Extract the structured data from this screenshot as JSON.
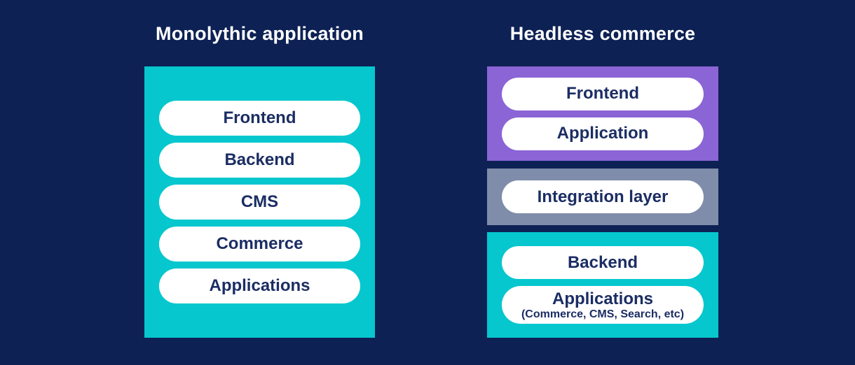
{
  "colors": {
    "background": "#0d2154",
    "monolith_box": "#06c7ce",
    "frontend_layer_box": "#8b64d5",
    "integration_layer_box": "#7f8dab",
    "backend_layer_box": "#06c7ce",
    "pill_background": "#ffffff",
    "pill_text": "#1b2d63",
    "title_text": "#ffffff"
  },
  "left": {
    "title": "Monolythic application",
    "pills": [
      {
        "label": "Frontend"
      },
      {
        "label": "Backend"
      },
      {
        "label": "CMS"
      },
      {
        "label": "Commerce"
      },
      {
        "label": "Applications"
      }
    ]
  },
  "right": {
    "title": "Headless commerce",
    "sections": [
      {
        "name": "frontend-layer",
        "pills": [
          {
            "label": "Frontend"
          },
          {
            "label": "Application"
          }
        ]
      },
      {
        "name": "integration-layer",
        "pills": [
          {
            "label": "Integration layer"
          }
        ]
      },
      {
        "name": "backend-layer",
        "pills": [
          {
            "label": "Backend"
          },
          {
            "label": "Applications",
            "sublabel": "(Commerce, CMS, Search, etc)"
          }
        ]
      }
    ]
  }
}
